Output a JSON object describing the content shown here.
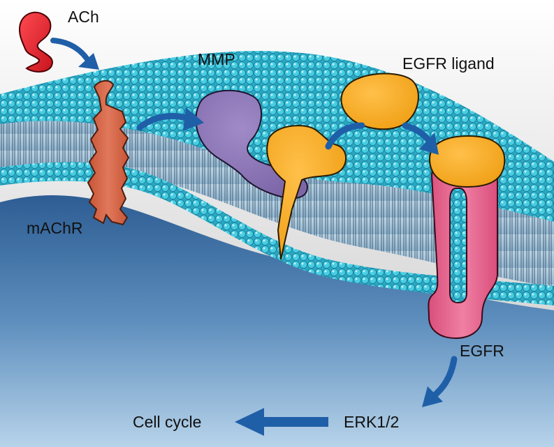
{
  "labels": {
    "ach": "ACh",
    "mmp": "MMP",
    "egfr_ligand": "EGFR ligand",
    "machr": "mAChR",
    "egfr": "EGFR",
    "erk": "ERK1/2",
    "cell_cycle": "Cell cycle"
  },
  "colors": {
    "ach": "#e8242d",
    "machr": "#d9674a",
    "mmp": "#8b74b5",
    "egfr_ligand": "#f5a623",
    "egfr": "#e65a86",
    "arrow": "#1f5fa8",
    "lipid_head": "#3fc6dc",
    "cytoplasm": "#3f6fa3"
  }
}
